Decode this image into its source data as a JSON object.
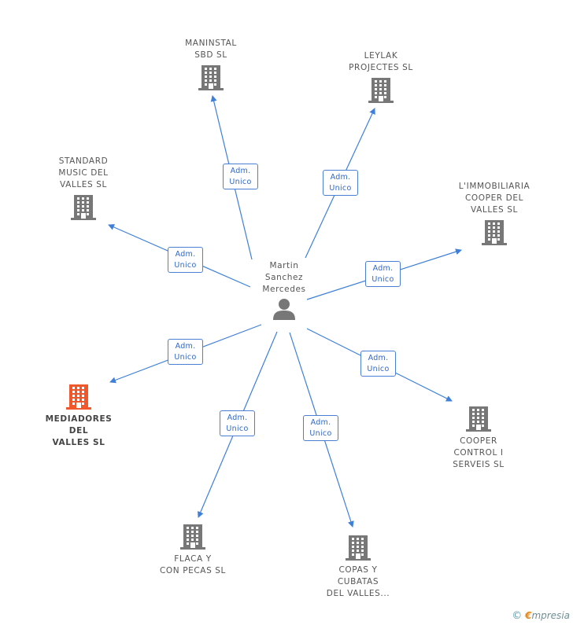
{
  "center": {
    "name": "Martin\nSanchez\nMercedes",
    "icon": "person-icon"
  },
  "colors": {
    "edge": "#3d7fd9",
    "building": "#777777",
    "highlight": "#f0572a"
  },
  "nodes": [
    {
      "id": "maninstal",
      "label": "MANINSTAL\nSBD SL",
      "role": "Adm.\nUnico",
      "icon": "building-icon"
    },
    {
      "id": "leylak",
      "label": "LEYLAK\nPROJECTES SL",
      "role": "Adm.\nUnico",
      "icon": "building-icon"
    },
    {
      "id": "standard",
      "label": "STANDARD\nMUSIC DEL\nVALLES SL",
      "role": "Adm.\nUnico",
      "icon": "building-icon"
    },
    {
      "id": "immobiliaria",
      "label": "L'IMMOBILIARIA\nCOOPER DEL\nVALLES SL",
      "role": "Adm.\nUnico",
      "icon": "building-icon"
    },
    {
      "id": "mediadores",
      "label": "MEDIADORES\nDEL\nVALLES SL",
      "role": "Adm.\nUnico",
      "icon": "building-icon",
      "highlight": true
    },
    {
      "id": "cooper",
      "label": "COOPER\nCONTROL I\nSERVEIS SL",
      "role": "Adm.\nUnico",
      "icon": "building-icon"
    },
    {
      "id": "flaca",
      "label": "FLACA Y\nCON PECAS SL",
      "role": "Adm.\nUnico",
      "icon": "building-icon"
    },
    {
      "id": "copas",
      "label": "COPAS Y\nCUBATAS\nDEL VALLES...",
      "role": "Adm.\nUnico",
      "icon": "building-icon"
    }
  ],
  "brand": {
    "copyright": "©",
    "e": "€",
    "rest": "mpresia"
  }
}
